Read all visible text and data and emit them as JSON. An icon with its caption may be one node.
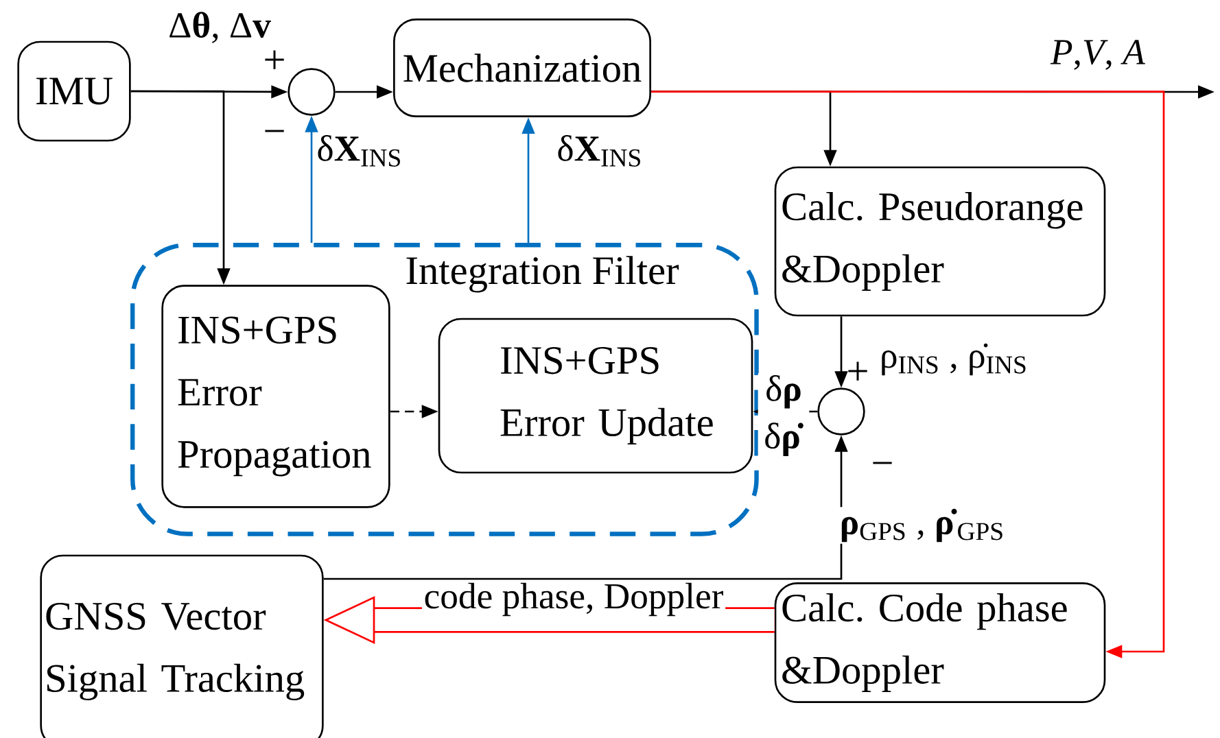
{
  "diagram": {
    "nodes": [
      {
        "text": [
          "IMU"
        ]
      },
      {
        "text": [],
        "shape": "circle"
      },
      {
        "text": [
          "Mechanization"
        ]
      },
      {
        "text": [
          "Integration Filter"
        ]
      },
      {
        "text": [
          "INS+GPS Error Propagation"
        ],
        "in": 3
      },
      {
        "text": [
          "INS+GPS Error Update"
        ],
        "in": 3
      },
      {
        "text": [
          "Calc. Pseudorange &Doppler"
        ]
      },
      {
        "text": [],
        "shape": "circle"
      },
      {
        "text": [
          "GNSS Vector Signal Tracking"
        ]
      },
      {
        "text": [
          "Calc. Code phase &Doppler"
        ]
      }
    ],
    "edges": [
      {
        "from": 0,
        "to": 1,
        "arrow": "to",
        "label": "Δ**θ**, Δ**v**"
      },
      {
        "from": 1,
        "to": 2,
        "arrow": "to"
      },
      {
        "from": 2,
        "to": null,
        "arrow": "to",
        "label": "*P*,*V*, *A*"
      },
      {
        "from": 2,
        "to": 6,
        "arrow": "to"
      },
      {
        "from": 0,
        "to": 4,
        "arrow": "to"
      },
      {
        "from": 3,
        "to": 1,
        "arrow": "to",
        "color": "#0070c0",
        "label": "δ**X**$_{INS}$"
      },
      {
        "from": 3,
        "to": 2,
        "arrow": "to",
        "color": "#0070c0",
        "label": "δ**X**$_{INS}$"
      },
      {
        "from": 4,
        "to": 5,
        "arrow": "to",
        "style": "dashed"
      },
      {
        "from": 6,
        "to": 7,
        "arrow": "to",
        "label": "ρ$_{INS}$ , ρ̇$_{INS}$"
      },
      {
        "from": 7,
        "to": 5,
        "arrow": "to",
        "label": "δ**ρ** δ**ρ̇**"
      },
      {
        "from": 8,
        "to": 7,
        "arrow": "to",
        "label": "**ρ**$_{GPS}$ , **ρ̇**$_{GPS}$"
      },
      {
        "from": 9,
        "to": 8,
        "arrow": "to",
        "color": "#ff0000",
        "style": "thick",
        "label": "code phase, Doppler"
      },
      {
        "from": 2,
        "to": 9,
        "arrow": "to",
        "color": "#ff0000"
      }
    ],
    "labels": [
      "+",
      "−",
      "+",
      "−"
    ]
  }
}
